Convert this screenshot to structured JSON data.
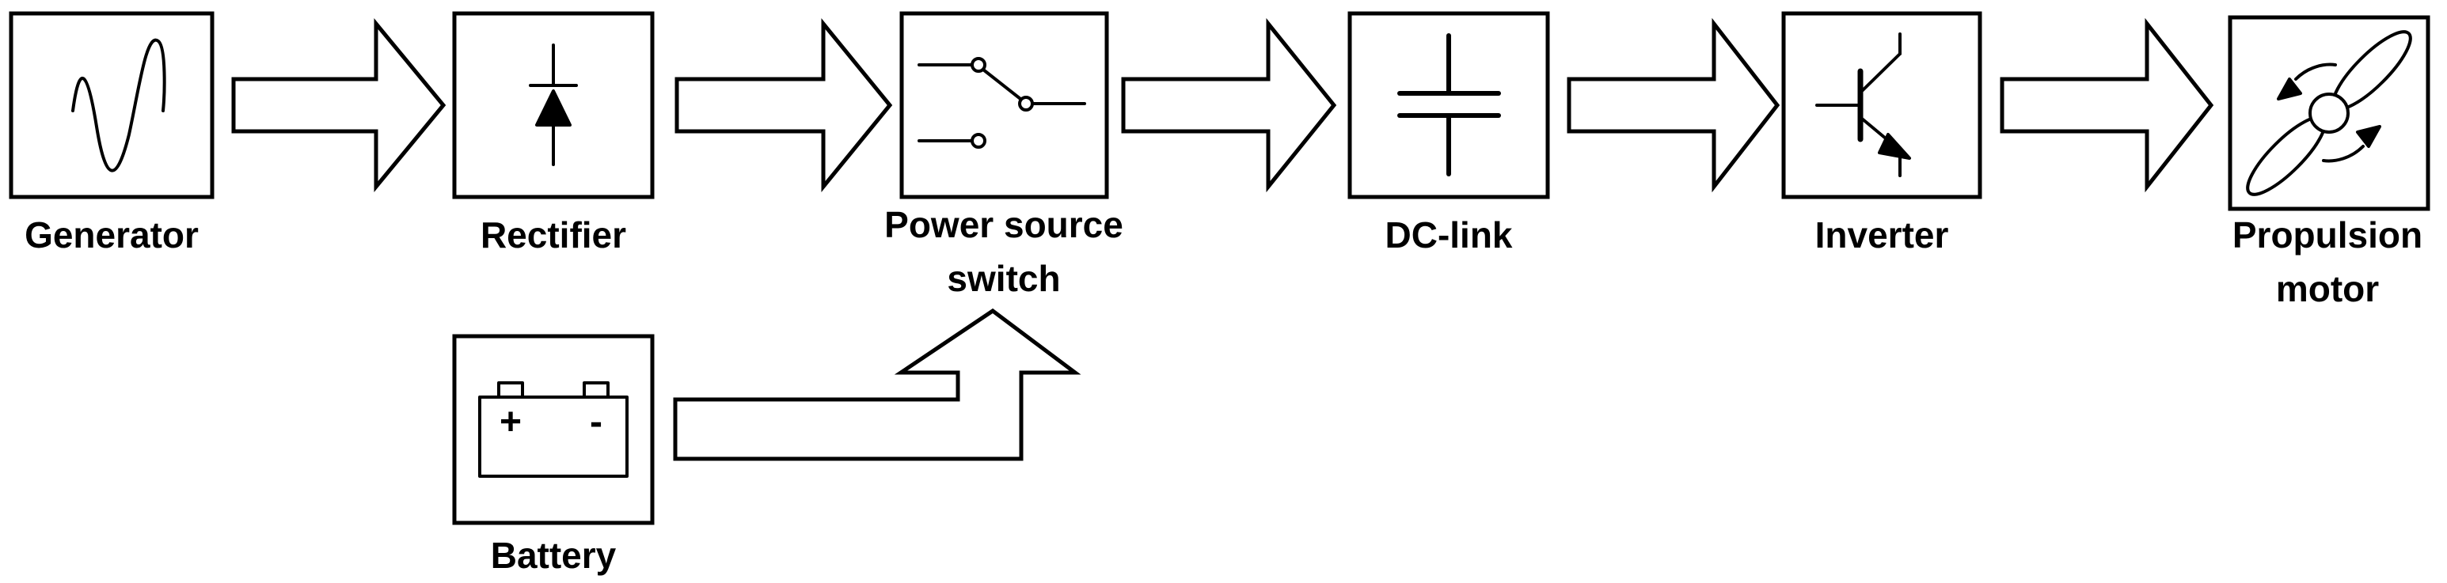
{
  "blocks": [
    {
      "id": "generator",
      "label": "Generator",
      "icon": "sine-wave-icon"
    },
    {
      "id": "rectifier",
      "label": "Rectifier",
      "icon": "diode-icon"
    },
    {
      "id": "switch",
      "label": "Power source\nswitch",
      "icon": "selector-switch-icon"
    },
    {
      "id": "dclink",
      "label": "DC-link",
      "icon": "capacitor-icon"
    },
    {
      "id": "inverter",
      "label": "Inverter",
      "icon": "transistor-icon"
    },
    {
      "id": "motor",
      "label": "Propulsion\nmotor",
      "icon": "propeller-icon"
    },
    {
      "id": "battery",
      "label": "Battery",
      "icon": "battery-icon"
    }
  ],
  "battery_terminals": {
    "plus": "+",
    "minus": "-"
  },
  "colors": {
    "stroke": "#000000",
    "fill": "#ffffff"
  }
}
